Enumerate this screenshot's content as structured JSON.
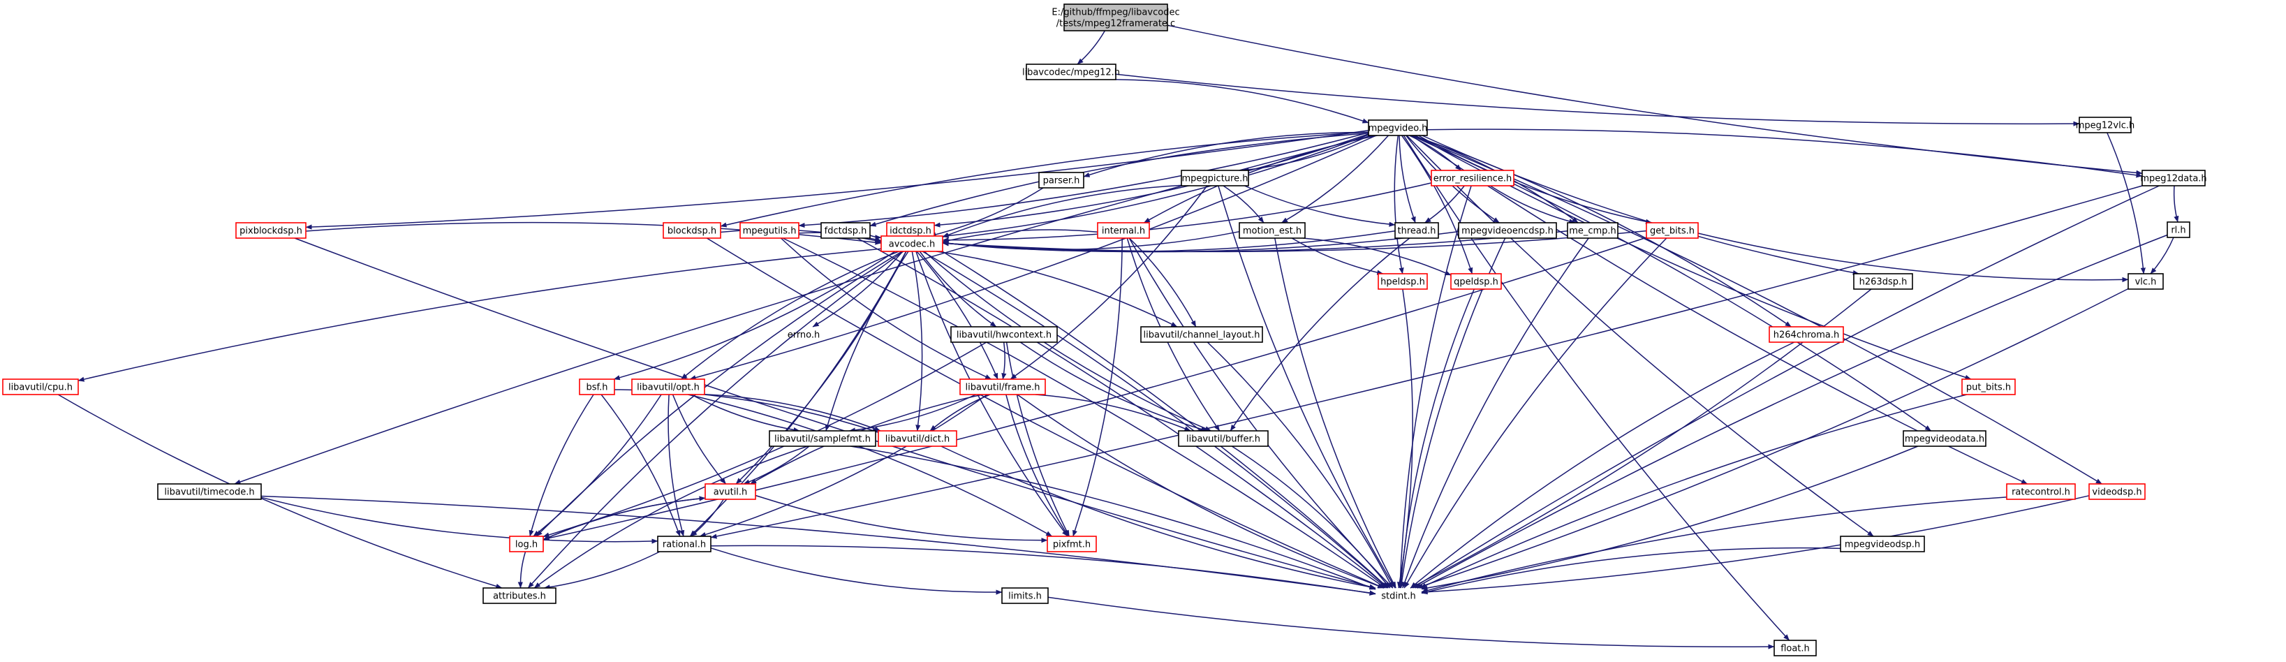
{
  "colors": {
    "edge": "#191970",
    "plain_border": "#000000",
    "undocumented_border": "#ff0000",
    "root_fill": "#bfbfbf",
    "node_fill": "#ffffff"
  },
  "nodes": {
    "root": {
      "lines": [
        "E:/github/ffmpeg/libavcodec",
        "/tests/mpeg12framerate.c"
      ],
      "style": "root"
    },
    "libavcodec_mpeg12": {
      "lines": [
        "libavcodec/mpeg12.h"
      ],
      "style": "plain"
    },
    "mpegvideo": {
      "lines": [
        "mpegvideo.h"
      ],
      "style": "plain"
    },
    "mpeg12vlc": {
      "lines": [
        "mpeg12vlc.h"
      ],
      "style": "plain"
    },
    "mpeg12data": {
      "lines": [
        "mpeg12data.h"
      ],
      "style": "plain"
    },
    "parser": {
      "lines": [
        "parser.h"
      ],
      "style": "plain"
    },
    "mpegpicture": {
      "lines": [
        "mpegpicture.h"
      ],
      "style": "plain"
    },
    "error_resilience": {
      "lines": [
        "error_resilience.h"
      ],
      "style": "red"
    },
    "rl": {
      "lines": [
        "rl.h"
      ],
      "style": "plain"
    },
    "pixblockdsp": {
      "lines": [
        "pixblockdsp.h"
      ],
      "style": "red"
    },
    "blockdsp": {
      "lines": [
        "blockdsp.h"
      ],
      "style": "red"
    },
    "mpegutils": {
      "lines": [
        "mpegutils.h"
      ],
      "style": "red"
    },
    "fdctdsp": {
      "lines": [
        "fdctdsp.h"
      ],
      "style": "plain"
    },
    "idctdsp": {
      "lines": [
        "idctdsp.h"
      ],
      "style": "red"
    },
    "internal": {
      "lines": [
        "internal.h"
      ],
      "style": "red"
    },
    "motion_est": {
      "lines": [
        "motion_est.h"
      ],
      "style": "plain"
    },
    "thread": {
      "lines": [
        "thread.h"
      ],
      "style": "plain"
    },
    "mpegvideoencdsp": {
      "lines": [
        "mpegvideoencdsp.h"
      ],
      "style": "plain"
    },
    "me_cmp": {
      "lines": [
        "me_cmp.h"
      ],
      "style": "plain"
    },
    "get_bits": {
      "lines": [
        "get_bits.h"
      ],
      "style": "red"
    },
    "avcodec": {
      "lines": [
        "avcodec.h"
      ],
      "style": "red"
    },
    "hpeldsp": {
      "lines": [
        "hpeldsp.h"
      ],
      "style": "red"
    },
    "qpeldsp": {
      "lines": [
        "qpeldsp.h"
      ],
      "style": "red"
    },
    "h263dsp": {
      "lines": [
        "h263dsp.h"
      ],
      "style": "plain"
    },
    "vlc": {
      "lines": [
        "vlc.h"
      ],
      "style": "plain"
    },
    "errno": {
      "lines": [
        "errno.h"
      ],
      "style": "none"
    },
    "hwcontext": {
      "lines": [
        "libavutil/hwcontext.h"
      ],
      "style": "plain"
    },
    "channel_layout": {
      "lines": [
        "libavutil/channel_layout.h"
      ],
      "style": "plain"
    },
    "h264chroma": {
      "lines": [
        "h264chroma.h"
      ],
      "style": "red"
    },
    "cpu": {
      "lines": [
        "libavutil/cpu.h"
      ],
      "style": "red"
    },
    "bsf": {
      "lines": [
        "bsf.h"
      ],
      "style": "red"
    },
    "opt": {
      "lines": [
        "libavutil/opt.h"
      ],
      "style": "red"
    },
    "frame": {
      "lines": [
        "libavutil/frame.h"
      ],
      "style": "red"
    },
    "put_bits": {
      "lines": [
        "put_bits.h"
      ],
      "style": "red"
    },
    "samplefmt": {
      "lines": [
        "libavutil/samplefmt.h"
      ],
      "style": "plain"
    },
    "dict": {
      "lines": [
        "libavutil/dict.h"
      ],
      "style": "red"
    },
    "buffer": {
      "lines": [
        "libavutil/buffer.h"
      ],
      "style": "plain"
    },
    "mpegvideodata": {
      "lines": [
        "mpegvideodata.h"
      ],
      "style": "plain"
    },
    "timecode": {
      "lines": [
        "libavutil/timecode.h"
      ],
      "style": "plain"
    },
    "avutil": {
      "lines": [
        "avutil.h"
      ],
      "style": "red"
    },
    "ratecontrol": {
      "lines": [
        "ratecontrol.h"
      ],
      "style": "red"
    },
    "videodsp": {
      "lines": [
        "videodsp.h"
      ],
      "style": "red"
    },
    "log": {
      "lines": [
        "log.h"
      ],
      "style": "red"
    },
    "rational": {
      "lines": [
        "rational.h"
      ],
      "style": "plain"
    },
    "pixfmt": {
      "lines": [
        "pixfmt.h"
      ],
      "style": "red"
    },
    "mpegvideodsp": {
      "lines": [
        "mpegvideodsp.h"
      ],
      "style": "plain"
    },
    "stdint": {
      "lines": [
        "stdint.h"
      ],
      "style": "none"
    },
    "attributes": {
      "lines": [
        "attributes.h"
      ],
      "style": "plain"
    },
    "limits": {
      "lines": [
        "limits.h"
      ],
      "style": "plain"
    },
    "float": {
      "lines": [
        "float.h"
      ],
      "style": "plain"
    }
  },
  "edges": [
    [
      "root",
      "libavcodec_mpeg12"
    ],
    [
      "root",
      "mpeg12data"
    ],
    [
      "libavcodec_mpeg12",
      "mpegvideo"
    ],
    [
      "libavcodec_mpeg12",
      "mpeg12vlc"
    ],
    [
      "mpeg12vlc",
      "vlc"
    ],
    [
      "mpeg12data",
      "rl"
    ],
    [
      "mpeg12data",
      "rational"
    ],
    [
      "mpeg12data",
      "stdint"
    ],
    [
      "rl",
      "vlc"
    ],
    [
      "rl",
      "stdint"
    ],
    [
      "mpegvideo",
      "pixblockdsp"
    ],
    [
      "mpegvideo",
      "blockdsp"
    ],
    [
      "mpegvideo",
      "mpegutils"
    ],
    [
      "mpegvideo",
      "fdctdsp"
    ],
    [
      "mpegvideo",
      "idctdsp"
    ],
    [
      "mpegvideo",
      "parser"
    ],
    [
      "mpegvideo",
      "mpegpicture"
    ],
    [
      "mpegvideo",
      "internal"
    ],
    [
      "mpegvideo",
      "motion_est"
    ],
    [
      "mpegvideo",
      "thread"
    ],
    [
      "mpegvideo",
      "error_resilience"
    ],
    [
      "mpegvideo",
      "mpegvideoencdsp"
    ],
    [
      "mpegvideo",
      "me_cmp"
    ],
    [
      "mpegvideo",
      "get_bits"
    ],
    [
      "mpegvideo",
      "avcodec"
    ],
    [
      "mpegvideo",
      "hpeldsp"
    ],
    [
      "mpegvideo",
      "qpeldsp"
    ],
    [
      "mpegvideo",
      "h263dsp"
    ],
    [
      "mpegvideo",
      "h264chroma"
    ],
    [
      "mpegvideo",
      "put_bits"
    ],
    [
      "mpegvideo",
      "mpegvideodata"
    ],
    [
      "mpegvideo",
      "ratecontrol"
    ],
    [
      "mpegvideo",
      "videodsp"
    ],
    [
      "mpegvideo",
      "mpegvideodsp"
    ],
    [
      "mpegvideo",
      "mpeg12data"
    ],
    [
      "mpegvideo",
      "timecode"
    ],
    [
      "mpegvideo",
      "opt"
    ],
    [
      "mpegvideo",
      "float"
    ],
    [
      "parser",
      "avcodec"
    ],
    [
      "mpegpicture",
      "avcodec"
    ],
    [
      "mpegpicture",
      "motion_est"
    ],
    [
      "mpegpicture",
      "thread"
    ],
    [
      "mpegpicture",
      "frame"
    ],
    [
      "mpegpicture",
      "stdint"
    ],
    [
      "error_resilience",
      "avcodec"
    ],
    [
      "error_resilience",
      "me_cmp"
    ],
    [
      "error_resilience",
      "thread"
    ],
    [
      "error_resilience",
      "stdint"
    ],
    [
      "pixblockdsp",
      "avcodec"
    ],
    [
      "pixblockdsp",
      "stdint"
    ],
    [
      "blockdsp",
      "avcodec"
    ],
    [
      "blockdsp",
      "stdint"
    ],
    [
      "mpegutils",
      "avcodec"
    ],
    [
      "mpegutils",
      "frame"
    ],
    [
      "mpegutils",
      "stdint"
    ],
    [
      "fdctdsp",
      "avcodec"
    ],
    [
      "fdctdsp",
      "stdint"
    ],
    [
      "idctdsp",
      "avcodec"
    ],
    [
      "idctdsp",
      "stdint"
    ],
    [
      "internal",
      "avcodec"
    ],
    [
      "internal",
      "channel_layout"
    ],
    [
      "internal",
      "buffer"
    ],
    [
      "internal",
      "pixfmt"
    ],
    [
      "internal",
      "stdint"
    ],
    [
      "motion_est",
      "avcodec"
    ],
    [
      "motion_est",
      "hpeldsp"
    ],
    [
      "motion_est",
      "qpeldsp"
    ],
    [
      "motion_est",
      "stdint"
    ],
    [
      "thread",
      "avcodec"
    ],
    [
      "thread",
      "buffer"
    ],
    [
      "mpegvideoencdsp",
      "avcodec"
    ],
    [
      "mpegvideoencdsp",
      "stdint"
    ],
    [
      "me_cmp",
      "avcodec"
    ],
    [
      "me_cmp",
      "stdint"
    ],
    [
      "get_bits",
      "avcodec"
    ],
    [
      "get_bits",
      "vlc"
    ],
    [
      "get_bits",
      "log"
    ],
    [
      "get_bits",
      "stdint"
    ],
    [
      "hpeldsp",
      "stdint"
    ],
    [
      "qpeldsp",
      "stdint"
    ],
    [
      "h263dsp",
      "stdint"
    ],
    [
      "h264chroma",
      "stdint"
    ],
    [
      "vlc",
      "stdint"
    ],
    [
      "put_bits",
      "stdint"
    ],
    [
      "mpegvideodata",
      "stdint"
    ],
    [
      "ratecontrol",
      "stdint"
    ],
    [
      "videodsp",
      "stdint"
    ],
    [
      "mpegvideodsp",
      "stdint"
    ],
    [
      "avcodec",
      "errno"
    ],
    [
      "avcodec",
      "hwcontext"
    ],
    [
      "avcodec",
      "channel_layout"
    ],
    [
      "avcodec",
      "cpu"
    ],
    [
      "avcodec",
      "bsf"
    ],
    [
      "avcodec",
      "opt"
    ],
    [
      "avcodec",
      "frame"
    ],
    [
      "avcodec",
      "samplefmt"
    ],
    [
      "avcodec",
      "dict"
    ],
    [
      "avcodec",
      "buffer"
    ],
    [
      "avcodec",
      "avutil"
    ],
    [
      "avcodec",
      "log"
    ],
    [
      "avcodec",
      "rational"
    ],
    [
      "avcodec",
      "pixfmt"
    ],
    [
      "avcodec",
      "stdint"
    ],
    [
      "avcodec",
      "attributes"
    ],
    [
      "hwcontext",
      "frame"
    ],
    [
      "hwcontext",
      "buffer"
    ],
    [
      "hwcontext",
      "log"
    ],
    [
      "hwcontext",
      "pixfmt"
    ],
    [
      "channel_layout",
      "stdint"
    ],
    [
      "cpu",
      "attributes"
    ],
    [
      "bsf",
      "dict"
    ],
    [
      "bsf",
      "log"
    ],
    [
      "bsf",
      "rational"
    ],
    [
      "opt",
      "samplefmt"
    ],
    [
      "opt",
      "dict"
    ],
    [
      "opt",
      "avutil"
    ],
    [
      "opt",
      "log"
    ],
    [
      "opt",
      "rational"
    ],
    [
      "opt",
      "pixfmt"
    ],
    [
      "frame",
      "dict"
    ],
    [
      "frame",
      "buffer"
    ],
    [
      "frame",
      "avutil"
    ],
    [
      "frame",
      "samplefmt"
    ],
    [
      "frame",
      "pixfmt"
    ],
    [
      "frame",
      "rational"
    ],
    [
      "frame",
      "stdint"
    ],
    [
      "samplefmt",
      "avutil"
    ],
    [
      "samplefmt",
      "attributes"
    ],
    [
      "samplefmt",
      "stdint"
    ],
    [
      "dict",
      "stdint"
    ],
    [
      "buffer",
      "stdint"
    ],
    [
      "timecode",
      "rational"
    ],
    [
      "timecode",
      "stdint"
    ],
    [
      "avutil",
      "log"
    ],
    [
      "avutil",
      "rational"
    ],
    [
      "avutil",
      "pixfmt"
    ],
    [
      "log",
      "avutil"
    ],
    [
      "log",
      "attributes"
    ],
    [
      "rational",
      "attributes"
    ],
    [
      "rational",
      "limits"
    ],
    [
      "rational",
      "stdint"
    ],
    [
      "limits",
      "float"
    ]
  ]
}
